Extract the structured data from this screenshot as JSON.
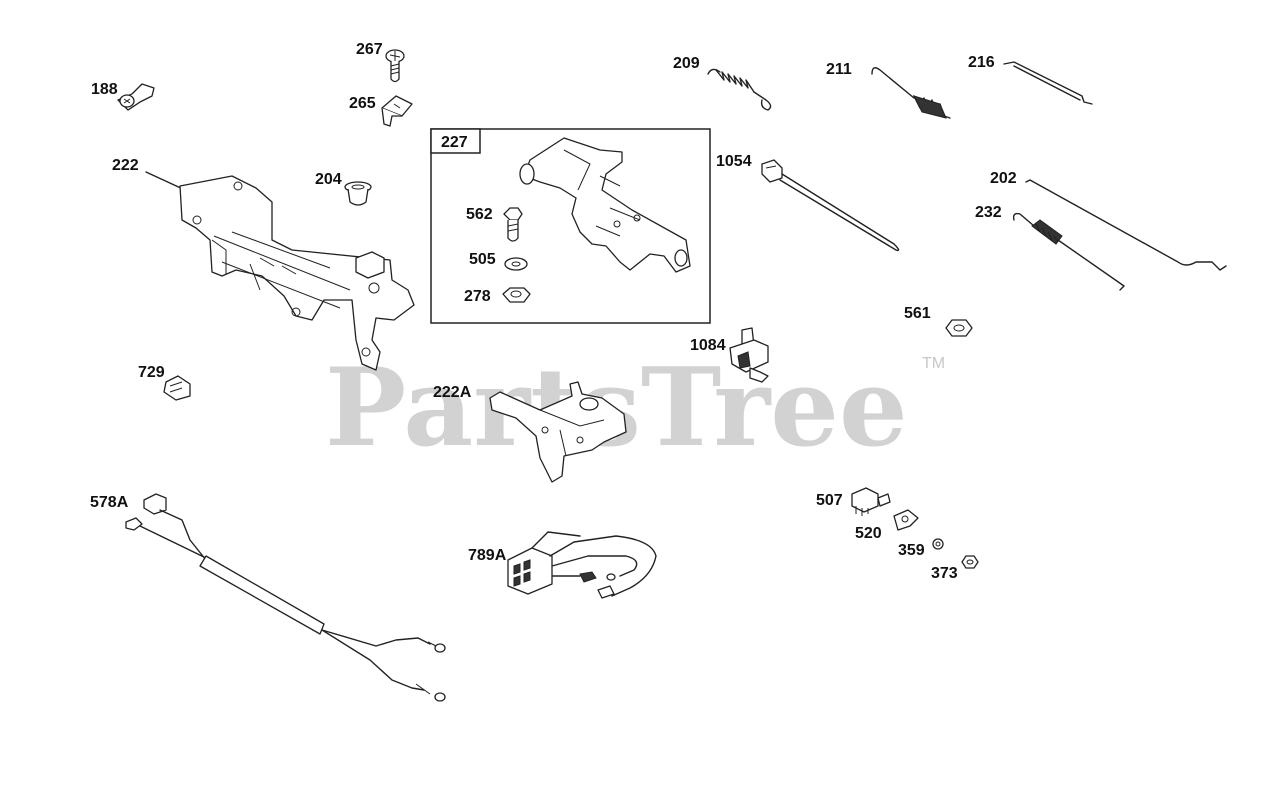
{
  "watermark": {
    "brand": "PartsTree",
    "trademark": "TM"
  },
  "callout_box": {
    "label": "227"
  },
  "labels": {
    "p188": "188",
    "p267": "267",
    "p265": "265",
    "p222": "222",
    "p204": "204",
    "p562": "562",
    "p505": "505",
    "p278": "278",
    "p209": "209",
    "p211": "211",
    "p216": "216",
    "p1054": "1054",
    "p202": "202",
    "p232": "232",
    "p561": "561",
    "p1084": "1084",
    "p729": "729",
    "p222A": "222A",
    "p578A": "578A",
    "p789A": "789A",
    "p507": "507",
    "p520": "520",
    "p359": "359",
    "p373": "373"
  }
}
